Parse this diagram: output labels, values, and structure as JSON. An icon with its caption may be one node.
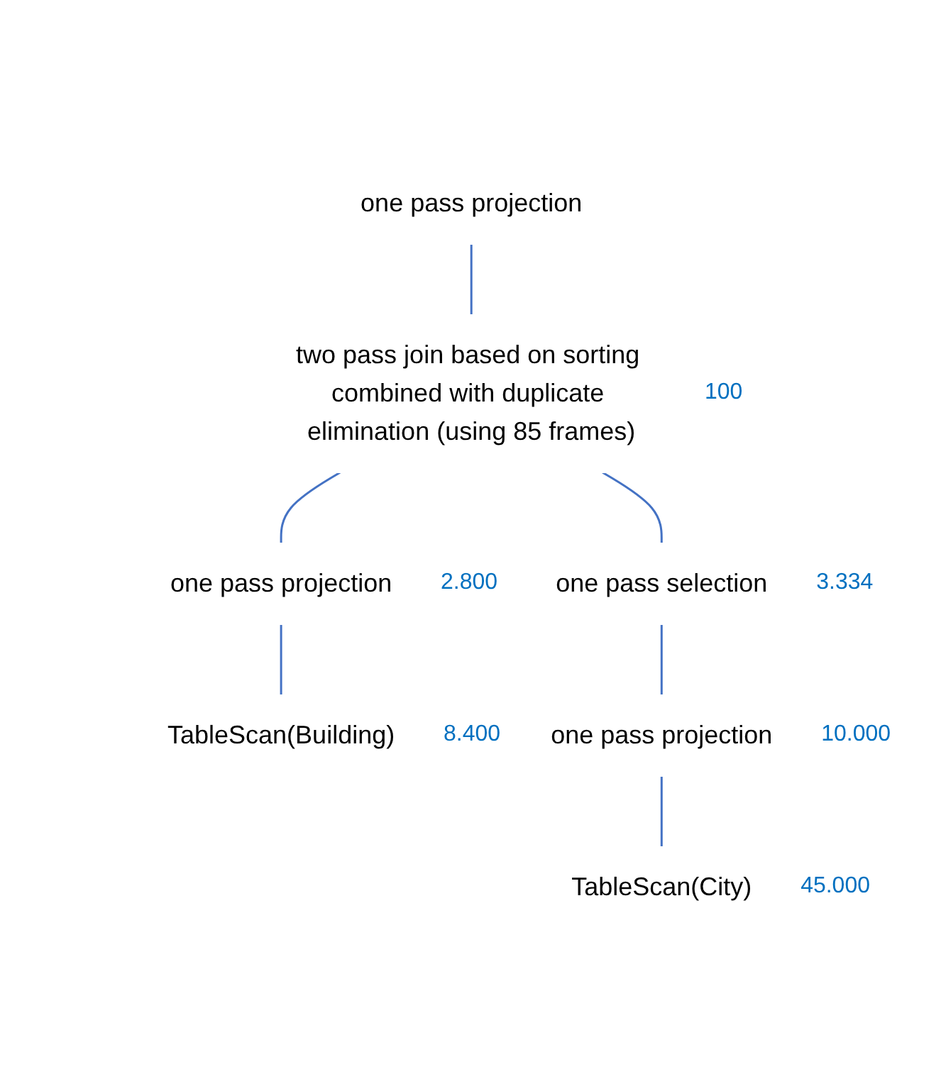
{
  "diagram": {
    "nodes": [
      {
        "text": [
          "one pass projection"
        ]
      },
      {
        "text": [
          "two pass join based on sorting combined with duplicate elimination (using 85 frames)"
        ],
        "beside": [
          "100"
        ]
      },
      {
        "text": [
          "one pass projection"
        ],
        "beside": [
          "2.800"
        ]
      },
      {
        "text": [
          "one pass selection"
        ],
        "beside": [
          "3.334"
        ]
      },
      {
        "text": [
          "TableScan(Building)"
        ],
        "beside": [
          "8.400"
        ]
      },
      {
        "text": [
          "one pass projection"
        ],
        "beside": [
          "10.000"
        ]
      },
      {
        "text": [
          "TableScan(City)"
        ],
        "beside": [
          "45.000"
        ]
      }
    ],
    "edges": [
      {
        "from": 0,
        "to": 1,
        "arrow": "none"
      },
      {
        "from": 1,
        "to": 2,
        "arrow": "none"
      },
      {
        "from": 1,
        "to": 3,
        "arrow": "none"
      },
      {
        "from": 2,
        "to": 4,
        "arrow": "none"
      },
      {
        "from": 3,
        "to": 5,
        "arrow": "none"
      },
      {
        "from": 5,
        "to": 6,
        "arrow": "none"
      }
    ]
  }
}
